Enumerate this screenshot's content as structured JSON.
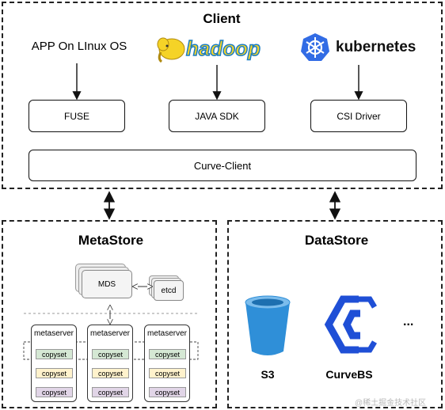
{
  "client": {
    "title": "Client",
    "app_label": "APP On LInux OS",
    "hadoop_logo_text": "hadoop",
    "kubernetes_text": "kubernetes",
    "fuse_label": "FUSE",
    "java_sdk_label": "JAVA SDK",
    "csi_label": "CSI Driver",
    "curve_client_label": "Curve-Client"
  },
  "metastore": {
    "title": "MetaStore",
    "mds_label": "MDS",
    "etcd_label": "etcd",
    "metaservers": [
      {
        "label": "metaserver",
        "copysets": [
          "copyset",
          "copyset",
          "copyset"
        ]
      },
      {
        "label": "metaserver",
        "copysets": [
          "copyset",
          "copyset",
          "copyset"
        ]
      },
      {
        "label": "metaserver",
        "copysets": [
          "copyset",
          "copyset",
          "copyset"
        ]
      }
    ]
  },
  "datastore": {
    "title": "DataStore",
    "s3_label": "S3",
    "curvebs_label": "CurveBS",
    "more_label": "..."
  },
  "watermark": "@稀土掘金技术社区",
  "colors": {
    "hadoop_yellow": "#f5d327",
    "hadoop_blue": "#1a7dc4",
    "k8s_blue": "#326ce5",
    "s3_blue": "#2f8fd8",
    "curvebs_blue": "#1f4fd6"
  }
}
